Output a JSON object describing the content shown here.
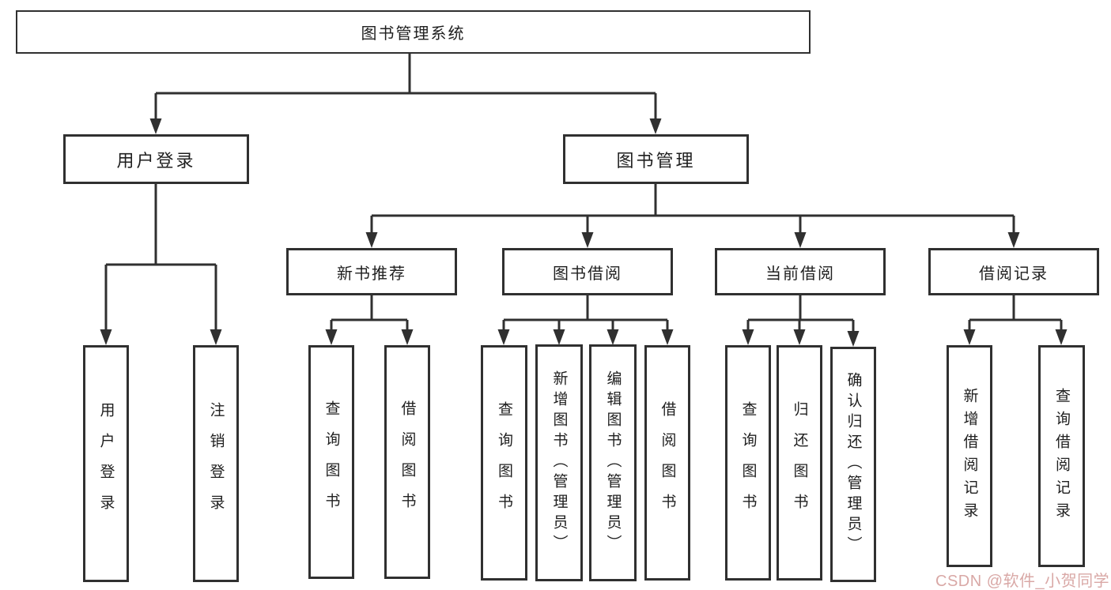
{
  "title": "图书管理系统",
  "nodes": {
    "root": {
      "label": "图书管理系统"
    },
    "user_login": {
      "label": "用户登录"
    },
    "book_mgmt": {
      "label": "图书管理"
    },
    "new_book_rec": {
      "label": "新书推荐"
    },
    "book_borrow": {
      "label": "图书借阅"
    },
    "current_borrow": {
      "label": "当前借阅"
    },
    "borrow_record": {
      "label": "借阅记录"
    },
    "leaf_user_login": {
      "label": "用户登录"
    },
    "leaf_logout": {
      "label": "注销登录"
    },
    "leaf_query_book_rec": {
      "label": "查询图书"
    },
    "leaf_borrow_book_rec": {
      "label": "借阅图书"
    },
    "leaf_query_book_borrow": {
      "label": "查询图书"
    },
    "leaf_add_book_admin": {
      "label": "新增图书（管理员）"
    },
    "leaf_edit_book_admin": {
      "label": "编辑图书（管理员）"
    },
    "leaf_borrow_book_borrow": {
      "label": "借阅图书"
    },
    "leaf_query_book_current": {
      "label": "查询图书"
    },
    "leaf_return_book": {
      "label": "归还图书"
    },
    "leaf_confirm_return_admin": {
      "label": "确认归还（管理员）"
    },
    "leaf_add_borrow_record": {
      "label": "新增借阅记录"
    },
    "leaf_query_borrow_record": {
      "label": "查询借阅记录"
    }
  },
  "watermark": {
    "text": "CSDN @软件_小贺同学",
    "color": "#d9a8a6"
  },
  "colors": {
    "ink": "#303030",
    "text": "#1f1f1f",
    "box_background": "#ffffff"
  }
}
